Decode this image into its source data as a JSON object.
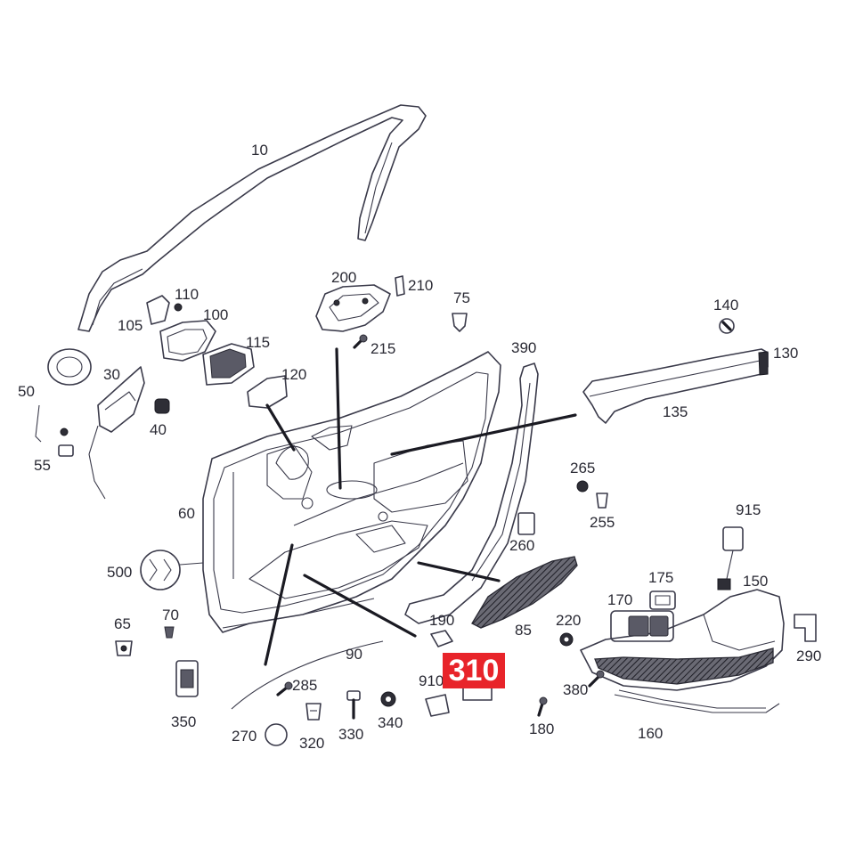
{
  "diagram": {
    "highlighted_part": "310",
    "part_labels": {
      "p10": "10",
      "p105": "105",
      "p110": "110",
      "p100": "100",
      "p115": "115",
      "p200": "200",
      "p210": "210",
      "p75": "75",
      "p215": "215",
      "p140": "140",
      "p130": "130",
      "p390": "390",
      "p50": "50",
      "p30": "30",
      "p120": "120",
      "p40": "40",
      "p55": "55",
      "p135": "135",
      "p60": "60",
      "p265": "265",
      "p255": "255",
      "p260": "260",
      "p915": "915",
      "p500": "500",
      "p175": "175",
      "p150": "150",
      "p65": "65",
      "p70": "70",
      "p190": "190",
      "p85": "85",
      "p170": "170",
      "p220": "220",
      "p290": "290",
      "p90": "90",
      "p285": "285",
      "p910": "910",
      "p380": "380",
      "p350": "350",
      "p340": "340",
      "p180": "180",
      "p270": "270",
      "p330": "330",
      "p320": "320",
      "p160": "160"
    }
  }
}
